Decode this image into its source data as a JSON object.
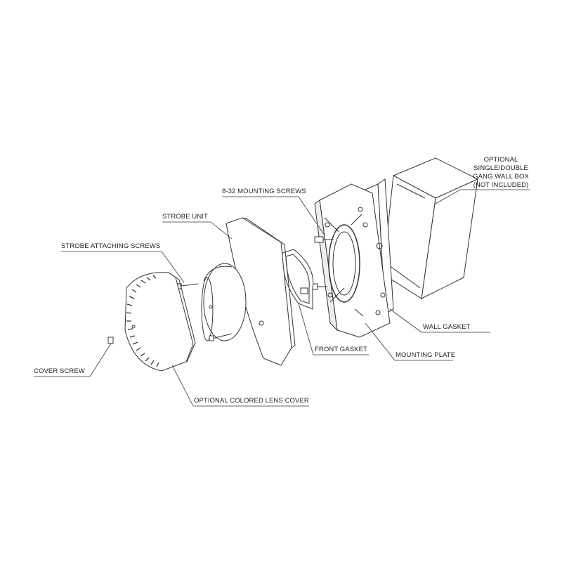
{
  "diagram": {
    "labels": {
      "wall_box_1": "OPTIONAL",
      "wall_box_2": "SINGLE/DOUBLE",
      "wall_box_3": "GANG WALL BOX",
      "wall_box_4": "(NOT INCLUDED)",
      "mounting_screws": "8-32 MOUNTING SCREWS",
      "strobe_unit": "STROBE UNIT",
      "strobe_attaching_screws": "STROBE ATTACHING SCREWS",
      "wall_gasket": "WALL GASKET",
      "front_gasket": "FRONT GASKET",
      "mounting_plate": "MOUNTING PLATE",
      "cover_screw": "COVER SCREW",
      "lens_cover": "OPTIONAL COLORED LENS COVER"
    },
    "line_color": "#333333"
  }
}
